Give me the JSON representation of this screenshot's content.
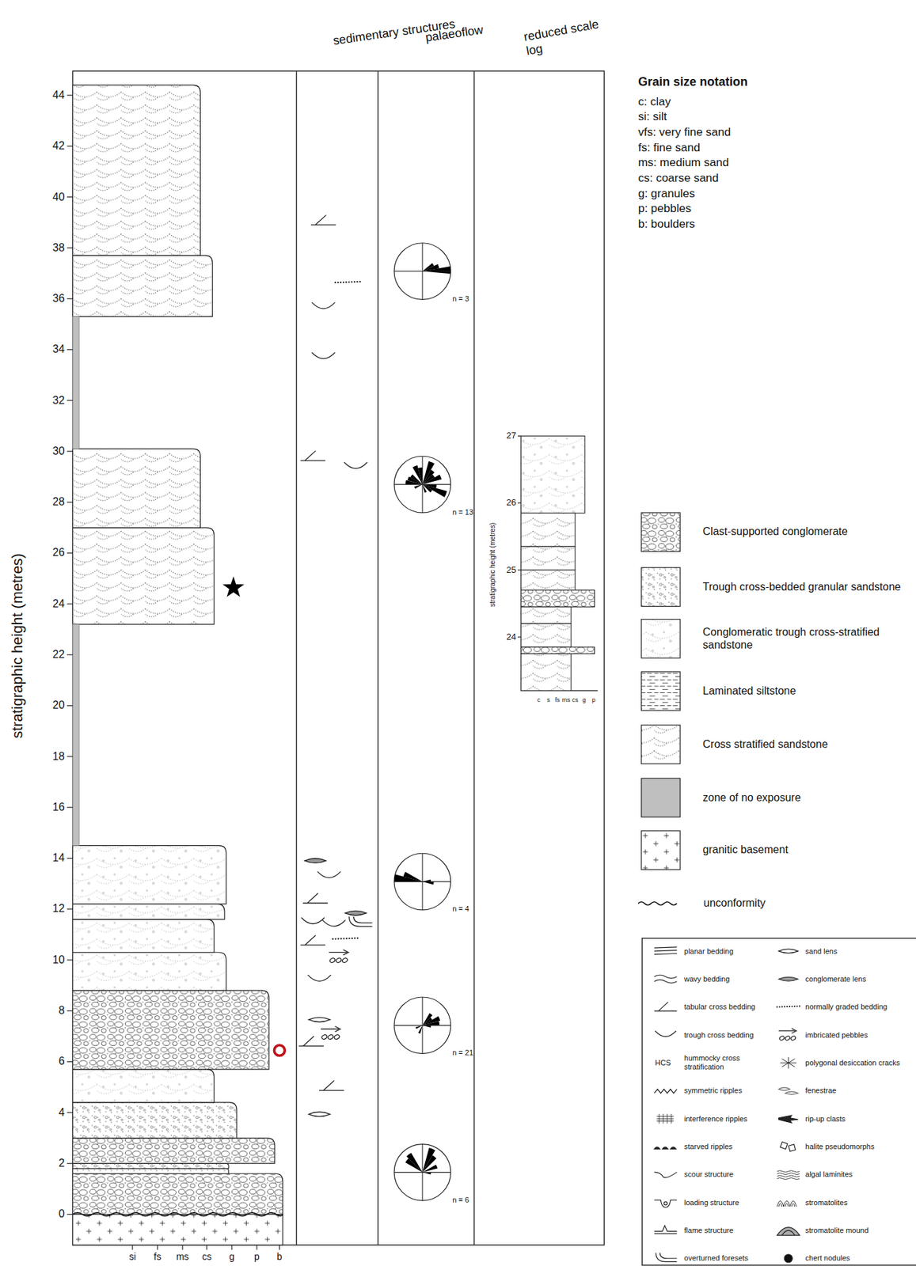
{
  "diagram": {
    "labels": [
      "sedimentary structures",
      "palaeoflow",
      "reduced scale log",
      "stratigraphic height (metres)",
      "44",
      "42",
      "40",
      "38",
      "36",
      "34",
      "32",
      "30",
      "28",
      "26",
      "24",
      "22",
      "20",
      "18",
      "16",
      "14",
      "12",
      "10",
      "8",
      "6",
      "4",
      "2",
      "0",
      "si",
      "fs",
      "ms",
      "cs",
      "g",
      "p",
      "b",
      "n = 3",
      "n = 13",
      "n = 4",
      "n = 21",
      "n = 6",
      "27",
      "26",
      "25",
      "24",
      "stratigraphic height (metres)",
      "c",
      "s",
      "fs",
      "ms",
      "cs",
      "g",
      "p",
      "Grain size notation",
      "c: clay",
      "si: silt",
      "vfs: very fine sand",
      "fs: fine sand",
      "ms: medium sand",
      "cs: coarse sand",
      "g: granules",
      "p: pebbles",
      "b: boulders",
      "HCS"
    ],
    "legend": [
      {
        "text": "Clast-supported conglomerate"
      },
      {
        "text": "Trough cross-bedded granular sandstone"
      },
      {
        "text": "Conglomeratic trough cross-stratified sandstone"
      },
      {
        "text": "Laminated siltstone"
      },
      {
        "text": "Cross stratified sandstone"
      },
      {
        "text": "zone of no exposure",
        "color": "#bfbfbf"
      },
      {
        "text": "granitic basement"
      },
      {
        "text": "unconformity"
      },
      {
        "text": "planar bedding"
      },
      {
        "text": "wavy bedding"
      },
      {
        "text": "tabular cross bedding"
      },
      {
        "text": "trough cross bedding"
      },
      {
        "text": "hummocky cross stratification"
      },
      {
        "text": "symmetric ripples"
      },
      {
        "text": "interference ripples"
      },
      {
        "text": "starved ripples"
      },
      {
        "text": "scour structure"
      },
      {
        "text": "loading structure"
      },
      {
        "text": "flame structure"
      },
      {
        "text": "overturned foresets"
      },
      {
        "text": "sand lens"
      },
      {
        "text": "conglomerate lens"
      },
      {
        "text": "normally graded bedding"
      },
      {
        "text": "imbricated pebbles"
      },
      {
        "text": "polygonal desiccation cracks"
      },
      {
        "text": "fenestrae"
      },
      {
        "text": "rip-up clasts"
      },
      {
        "text": "halite pseudomorphs"
      },
      {
        "text": "algal laminites"
      },
      {
        "text": "stromatolites"
      },
      {
        "text": "stromatolite mound"
      },
      {
        "text": "chert nodules"
      }
    ]
  }
}
